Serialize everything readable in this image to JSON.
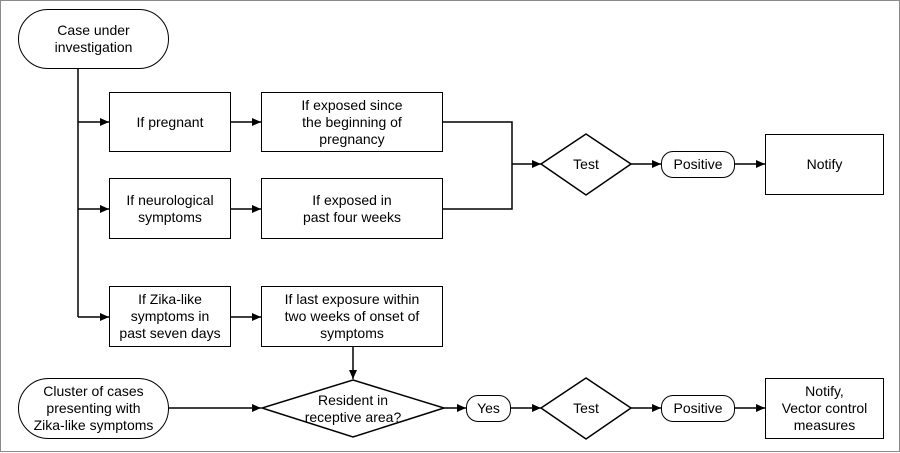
{
  "nodes": {
    "case_under_investigation": "Case under\ninvestigation",
    "if_pregnant": "If pregnant",
    "exposed_since_pregnancy": "If exposed since\nthe beginning of\npregnancy",
    "if_neuro": "If neurological\nsymptoms",
    "exposed_past_four_weeks": "If exposed in\npast four weeks",
    "if_zika_like": "If Zika-like\nsymptoms in\npast seven days",
    "last_exposure": "If last exposure within\ntwo weeks of onset of\nsymptoms",
    "test_1": "Test",
    "positive_1": "Positive",
    "notify_1": "Notify",
    "cluster_cases": "Cluster of cases\npresenting with\nZika-like symptoms",
    "resident_receptive": "Resident in\nreceptive area?",
    "yes": "Yes",
    "test_2": "Test",
    "positive_2": "Positive",
    "notify_vector": "Notify,\nVector control\nmeasures"
  }
}
